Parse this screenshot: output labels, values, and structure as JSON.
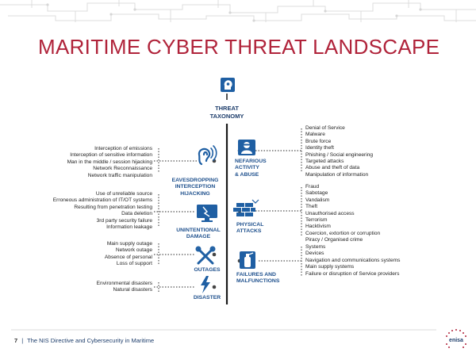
{
  "title": "MARITIME CYBER THREAT LANDSCAPE",
  "center": {
    "label_line1": "THREAT",
    "label_line2": "TAXONOMY"
  },
  "categories": {
    "eavesdropping": {
      "label_line1": "EAVESDROPPING",
      "label_line2": "INTERCEPTION",
      "label_line3": "HIJACKING",
      "icon": "ear-icon",
      "items": [
        "Interception of emissions",
        "Interception of sensitive information",
        "Man in the middle / session hijacking",
        "Network Reconnaissance",
        "Network traffic manipulation"
      ]
    },
    "nefarious": {
      "label_line1": "NEFARIOUS",
      "label_line2": "ACTIVITY",
      "label_line3": "& ABUSE",
      "icon": "hacker-icon",
      "items": [
        "Denial of Service",
        "Malware",
        "Brute force",
        "Identity theft",
        "Phishing / Social engineering",
        "Targeted attacks",
        "Abuse and theft of data",
        "Manipulation of information"
      ]
    },
    "unintentional": {
      "label_line1": "UNINTENTIONAL",
      "label_line2": "DAMAGE",
      "icon": "broken-monitor-icon",
      "items": [
        "Use of unreliable source",
        "Erroneous administration of IT/OT systems",
        "Resulting from penetration testing",
        "Data deletion",
        "3rd party security failure",
        "Information leakage"
      ]
    },
    "physical": {
      "label_line1": "PHYSICAL",
      "label_line2": "ATTACKS",
      "icon": "brick-wall-icon",
      "items": [
        "Fraud",
        "Sabotage",
        "Vandalism",
        "Theft",
        "Unauthorised access",
        "Terrorism",
        "Hacktivism",
        "Coercion, extortion or corruption",
        "Piracy / Organised crime"
      ]
    },
    "outages": {
      "label_line1": "OUTAGES",
      "icon": "tools-icon",
      "items": [
        "Main supply outage",
        "Network outage",
        "Absence of personal",
        "Loss of support"
      ]
    },
    "failures": {
      "label_line1": "FAILURES AND",
      "label_line2": "MALFUNCTIONS",
      "icon": "fire-extinguisher-icon",
      "items": [
        "Systems",
        "Devices",
        "Navigation and communications systems",
        "Main supply systems",
        "Failure or disruption of Service providers"
      ]
    },
    "disaster": {
      "label_line1": "DISASTER",
      "icon": "lightning-icon",
      "items": [
        "Environmental disasters",
        "Natural disasters"
      ]
    }
  },
  "footer": {
    "page": "7",
    "separator": "|",
    "text": "The NIS Directive and Cybersecurity in Maritime"
  },
  "logo": {
    "text": "enisa"
  },
  "colors": {
    "title": "#b0233a",
    "accent": "#1d4f8c",
    "spine": "#1a1a1a",
    "icon_blue": "#1f5fa3"
  }
}
